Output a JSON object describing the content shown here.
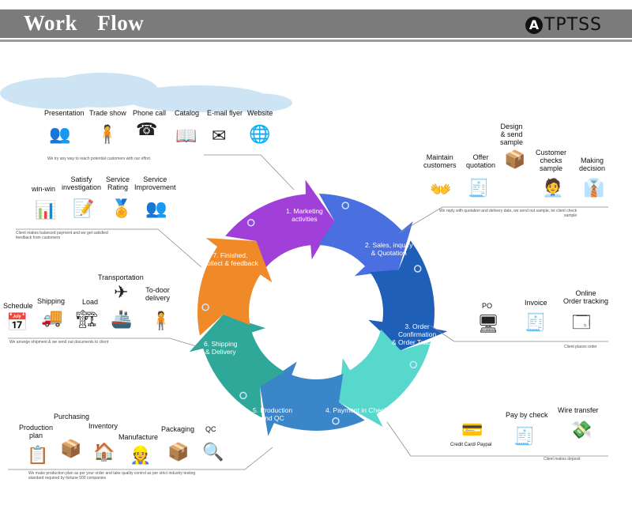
{
  "header": {
    "title": "Work Flow",
    "brand": "TPTSS",
    "brand_letter": "A"
  },
  "cycle": [
    {
      "label": "1. Marketing\nactivities",
      "color": "#a040d8"
    },
    {
      "label": "2. Sales, inquiry\n& Quotation",
      "color": "#4a6fe0"
    },
    {
      "label": "3. Order\nConfirmation\n& Order Tracking",
      "color": "#1f5fb8"
    },
    {
      "label": "4. Payment in Check",
      "color": "#58d8cc"
    },
    {
      "label": "5. Production\nand QC",
      "color": "#3a86c8"
    },
    {
      "label": "6. Shipping\n& Delivery",
      "color": "#2fa89a"
    },
    {
      "label": "7. Finished,\nCollect & feedback",
      "color": "#f08a28"
    }
  ],
  "marketing": {
    "items": [
      "Presentation",
      "Trade show",
      "Phone call",
      "Catalog",
      "E-mail flyer",
      "Website"
    ],
    "note": "We try any way to reach potential customers with our effort."
  },
  "feedback": {
    "items": [
      "win-win",
      "Satisfy\ninvestigation",
      "Service\nRating",
      "Service\nImprovement"
    ],
    "note": "Client makes balanced payment and we get satisfied\nfeedback from customers"
  },
  "sales": {
    "items": [
      "Maintain\ncustomers",
      "Offer\nquotation",
      "Design\n& send\nsample",
      "Customer\nchecks\nsample",
      "Making\ndecision"
    ],
    "note": "We reply with quotation and delivery date, we send out sample, let client check\nsample"
  },
  "shipping": {
    "items": [
      "Schedule",
      "Shipping",
      "Load",
      "Transportation",
      "To-door\ndelivery"
    ],
    "note": "We arrange shipment & we send out documents to client"
  },
  "order": {
    "items": [
      "PO",
      "Invoice",
      "Online\nOrder tracking"
    ],
    "note": "Client places order"
  },
  "payment": {
    "items": [
      "Credit Card/ Paypal",
      "Pay by check",
      "Wire transfer"
    ],
    "note": "Client makes deposit"
  },
  "production": {
    "items": [
      "Production\nplan",
      "Purchasing",
      "Inventory",
      "Manufacture",
      "Packaging",
      "QC"
    ],
    "note": "We make production plan as per your order and take quality control as per strict industry testing\nstandard required by fortune 500 companies"
  },
  "icons": [
    "presentation-icon",
    "trade-show-icon",
    "phone-icon",
    "catalog-icon",
    "email-icon",
    "website-globe-icon"
  ]
}
